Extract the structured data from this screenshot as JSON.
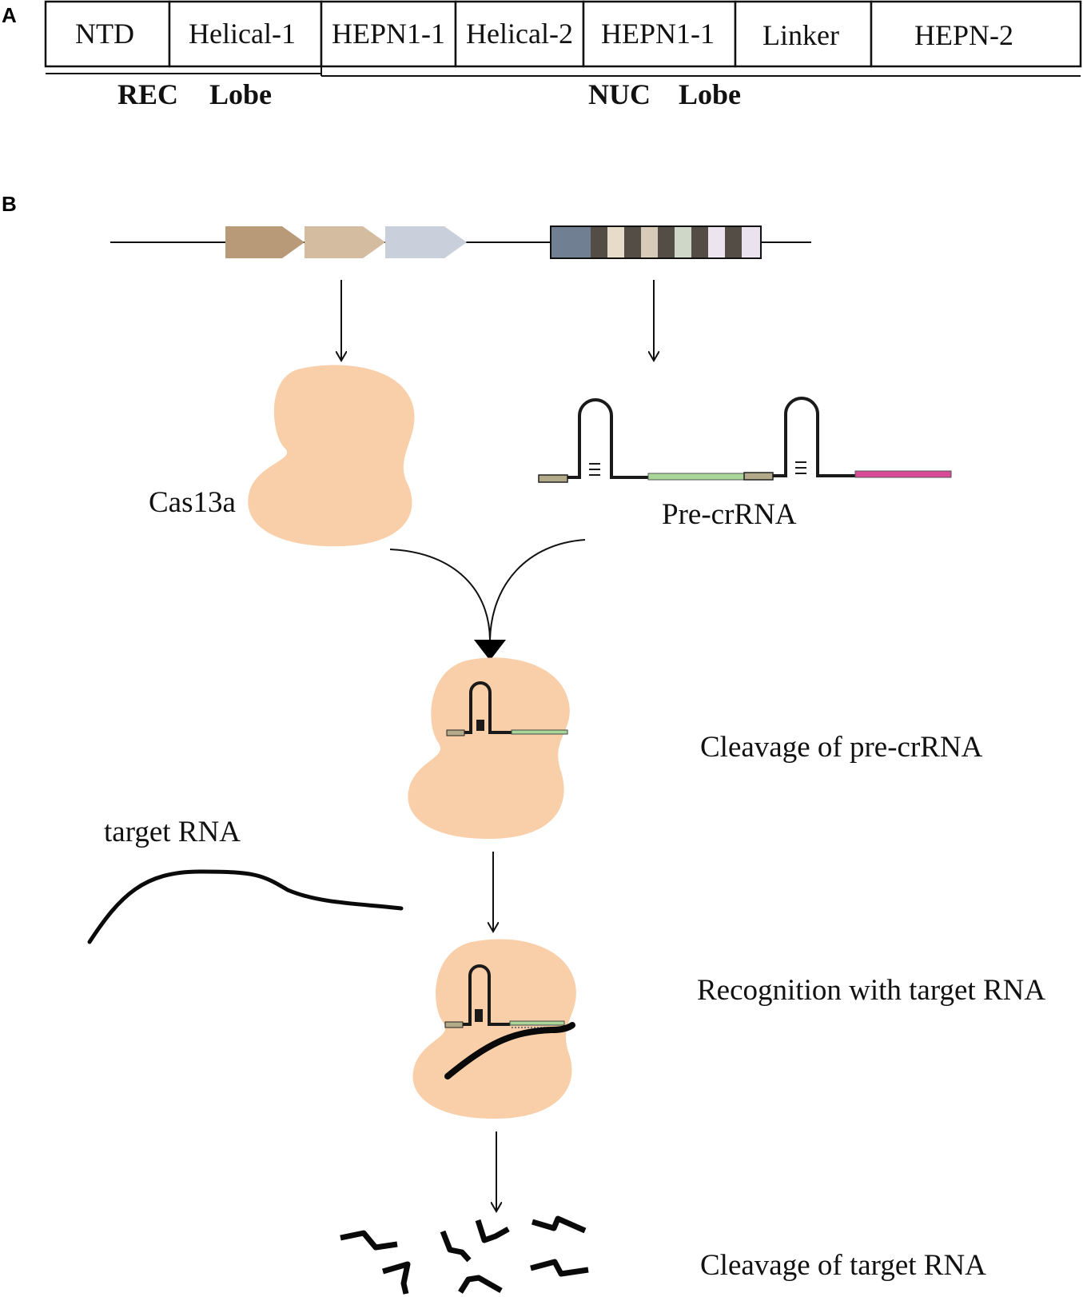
{
  "panel_a": {
    "letter": "A",
    "domains": [
      "NTD",
      "Helical-1",
      "HEPN1-1",
      "Helical-2",
      "HEPN1-1",
      "Linker",
      "HEPN-2"
    ],
    "lobes": {
      "rec": {
        "part1": "REC",
        "part2": "Lobe"
      },
      "nuc": {
        "part1": "NUC",
        "part2": "Lobe"
      }
    }
  },
  "panel_b": {
    "letter": "B",
    "labels": {
      "cas13a": "Cas13a",
      "pre_crrna": "Pre-crRNA",
      "cleavage_pre": "Cleavage of pre-crRNA",
      "target_rna": "target RNA",
      "recognition": "Recognition with target RNA",
      "cleavage_target": "Cleavage of target RNA"
    },
    "colors": {
      "protein": "#f9cfa9",
      "gene_1": "#b99a78",
      "gene_2": "#d3bc9f",
      "gene_3": "#c9d0dc",
      "leader": "#707f92",
      "repeat": "#544d46",
      "spacers": [
        "#e7dbc9",
        "#d8cab8",
        "#cfd7c9",
        "#ece4ee",
        "#ebe2f0"
      ],
      "spacer_green": "#a9d699",
      "spacer_pink": "#d94b96",
      "tag_khaki": "#b3aa8a"
    }
  }
}
